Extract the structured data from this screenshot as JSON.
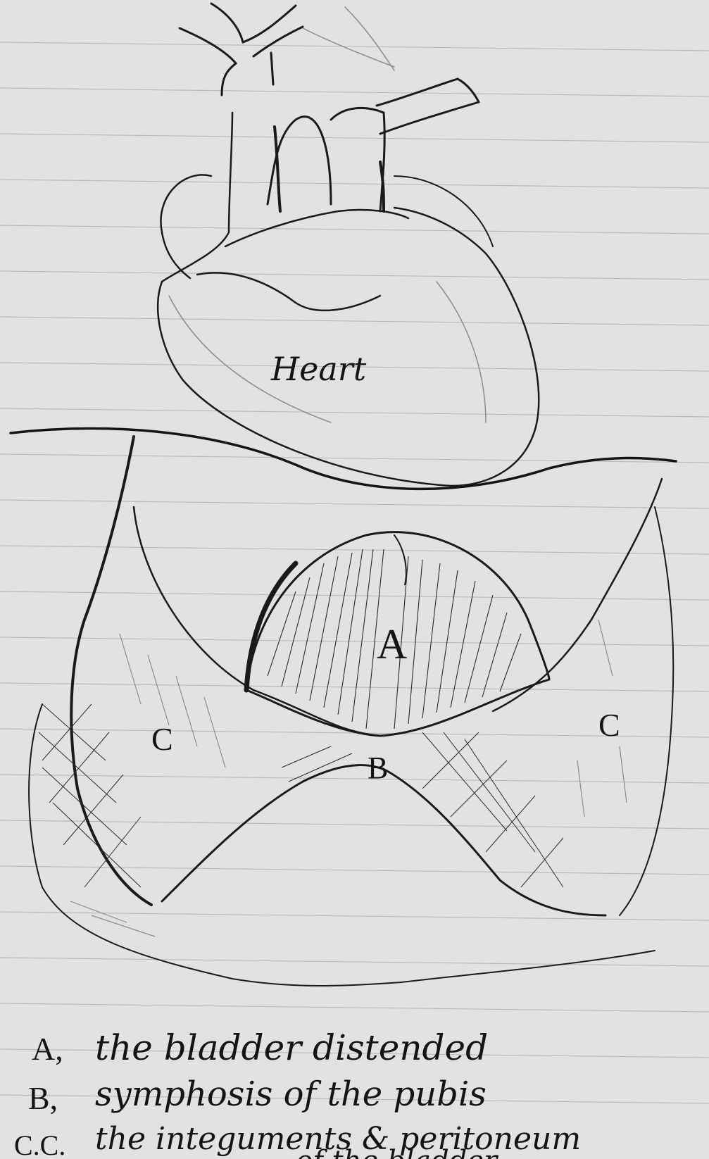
{
  "labels": {
    "heart": "Heart",
    "a": "A",
    "b": "B",
    "c_left": "C",
    "c_right": "C"
  },
  "caption": {
    "line_a_key": "A,",
    "line_a_text": "the bladder distended",
    "line_b_key": "B,",
    "line_b_text": "symphosis of the pubis",
    "line_c_key": "C.C.",
    "line_c_text": "the integuments & peritoneum",
    "line_d_text": "of the bladder"
  },
  "colors": {
    "paper": "#e4e2e0",
    "ruling": "#b9b9bd",
    "ink": "#141414",
    "pencil": "#8c8c8c"
  }
}
